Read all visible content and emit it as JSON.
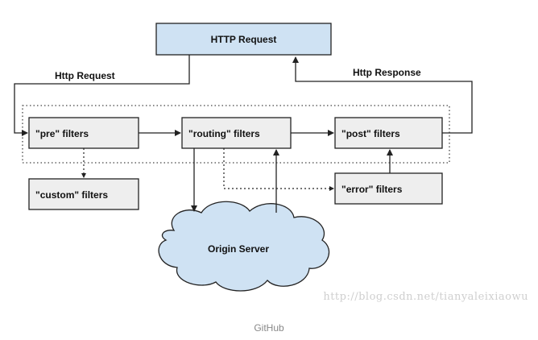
{
  "nodes": {
    "http_request": "HTTP Request",
    "pre": "\"pre\" filters",
    "routing": "\"routing\" filters",
    "post": "\"post\" filters",
    "custom": "\"custom\" filters",
    "error": "\"error\" filters",
    "origin": "Origin Server"
  },
  "edges": {
    "http_request_label": "Http Request",
    "http_response_label": "Http Response"
  },
  "colors": {
    "header_fill": "#cfe2f3",
    "filter_fill": "#eeeeee",
    "cloud_fill": "#cfe2f3",
    "stroke": "#222222"
  },
  "watermark": "http://blog.csdn.net/tianyaleixiaowu",
  "caption": "GitHub"
}
